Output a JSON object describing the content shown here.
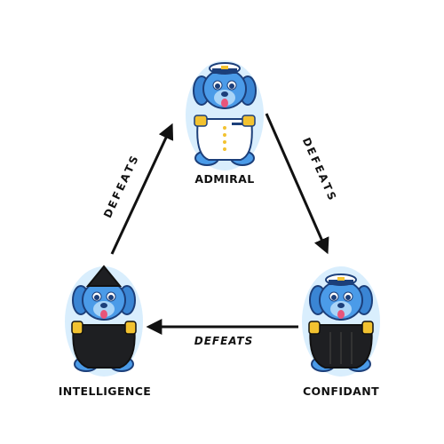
{
  "nodes": {
    "admiral": {
      "label": "ADMIRAL",
      "accent": "#f2c230"
    },
    "intelligence": {
      "label": "INTELLIGENCE",
      "accent": "#f2c230"
    },
    "confidant": {
      "label": "CONFIDANT",
      "accent": "#f2c230"
    }
  },
  "edges": {
    "admiral_to_confidant": {
      "label": "DEFEATS",
      "from": "ADMIRAL",
      "to": "CONFIDANT"
    },
    "confidant_to_intelligence": {
      "label": "DEFEATS",
      "from": "CONFIDANT",
      "to": "INTELLIGENCE"
    },
    "intelligence_to_admiral": {
      "label": "DEFEATS",
      "from": "INTELLIGENCE",
      "to": "ADMIRAL"
    }
  },
  "colors": {
    "dog_fur": "#4b9be8",
    "dog_outline": "#1c3f7a",
    "glow": "#bfe3fb",
    "white_uniform": "#ffffff",
    "dark_uniform": "#1e1f22",
    "arrow": "#111111",
    "tongue": "#e8557a"
  },
  "icons": [
    "admiral-dog-icon",
    "intelligence-dog-icon",
    "confidant-dog-icon",
    "arrow-icon"
  ]
}
